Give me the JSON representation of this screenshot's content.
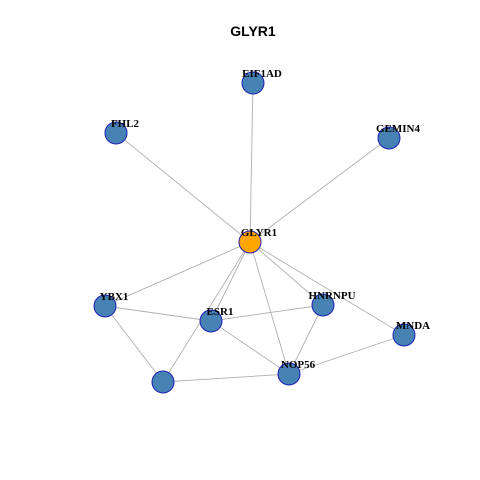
{
  "title": "GLYR1",
  "colors": {
    "hub_node": "#ffa500",
    "node": "#4682b4",
    "node_border": "#1f1fb4",
    "edge": "#b0b0b0"
  },
  "nodes": [
    {
      "id": "GLYR1",
      "label": "GLYR1",
      "hub": true
    },
    {
      "id": "EIF1AD",
      "label": "EIF1AD",
      "hub": false
    },
    {
      "id": "FHL2",
      "label": "FHL2",
      "hub": false
    },
    {
      "id": "GEMIN4",
      "label": "GEMIN4",
      "hub": false
    },
    {
      "id": "YBX1",
      "label": "YBX1",
      "hub": false
    },
    {
      "id": "ESR1",
      "label": "ESR1",
      "hub": false
    },
    {
      "id": "HNRNPU",
      "label": "HNRNPU",
      "hub": false
    },
    {
      "id": "MNDA",
      "label": "MNDA",
      "hub": false
    },
    {
      "id": "NOP56",
      "label": "NOP56",
      "hub": false
    },
    {
      "id": "UNLABELED",
      "label": "",
      "hub": false
    }
  ],
  "edges": [
    [
      "GLYR1",
      "EIF1AD"
    ],
    [
      "GLYR1",
      "FHL2"
    ],
    [
      "GLYR1",
      "GEMIN4"
    ],
    [
      "GLYR1",
      "YBX1"
    ],
    [
      "GLYR1",
      "ESR1"
    ],
    [
      "GLYR1",
      "HNRNPU"
    ],
    [
      "GLYR1",
      "MNDA"
    ],
    [
      "GLYR1",
      "NOP56"
    ],
    [
      "GLYR1",
      "UNLABELED"
    ],
    [
      "YBX1",
      "ESR1"
    ],
    [
      "YBX1",
      "UNLABELED"
    ],
    [
      "ESR1",
      "HNRNPU"
    ],
    [
      "ESR1",
      "NOP56"
    ],
    [
      "HNRNPU",
      "NOP56"
    ],
    [
      "MNDA",
      "NOP56"
    ],
    [
      "UNLABELED",
      "NOP56"
    ]
  ]
}
